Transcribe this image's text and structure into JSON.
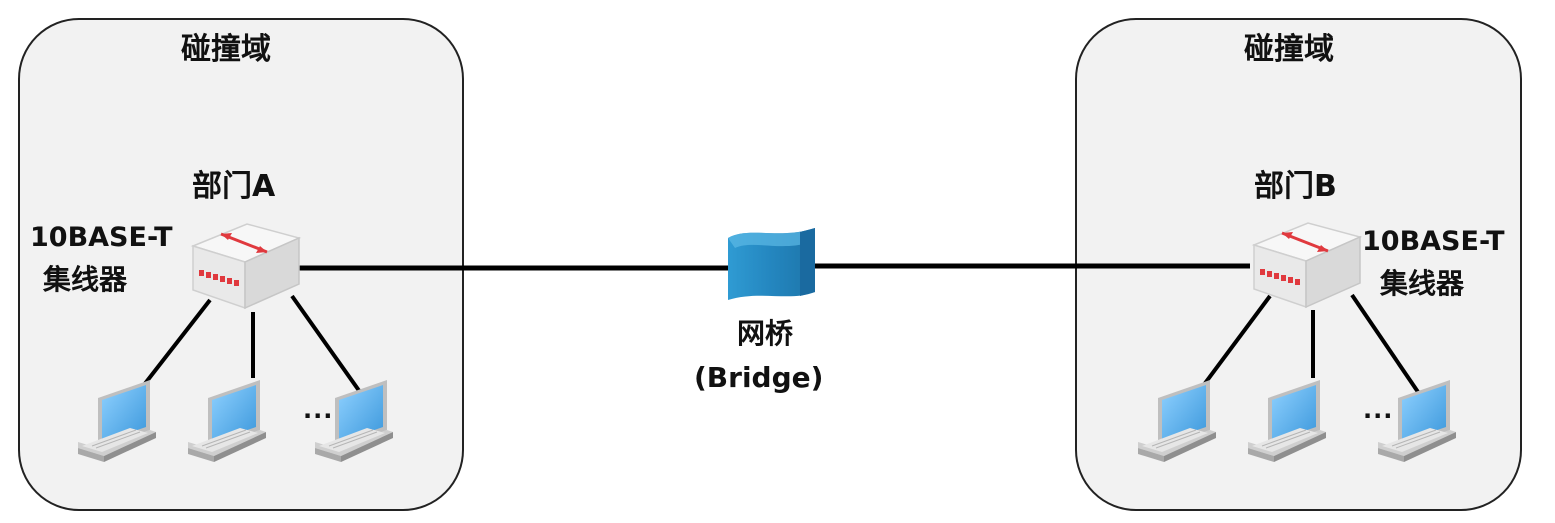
{
  "collision_domain_left": {
    "title": "碰撞域",
    "dept": "部门A",
    "hub_line1": "10BASE-T",
    "hub_line2": "集线器",
    "more": "..."
  },
  "collision_domain_right": {
    "title": "碰撞域",
    "dept": "部门B",
    "hub_line1": "10BASE-T",
    "hub_line2": "集线器",
    "more": "..."
  },
  "bridge": {
    "label": "网桥",
    "sublabel": "(Bridge)"
  },
  "colors": {
    "domain_fill": "#f2f2f2",
    "domain_border": "#222222",
    "link": "#000000",
    "hub_arrow": "#e0393e",
    "hub_ports": "#e0393e",
    "bridge_fill": "#2a8ec5",
    "laptop_screen": "#4aa6e4"
  },
  "icons": [
    "hub-icon",
    "bridge-icon",
    "laptop-icon"
  ]
}
